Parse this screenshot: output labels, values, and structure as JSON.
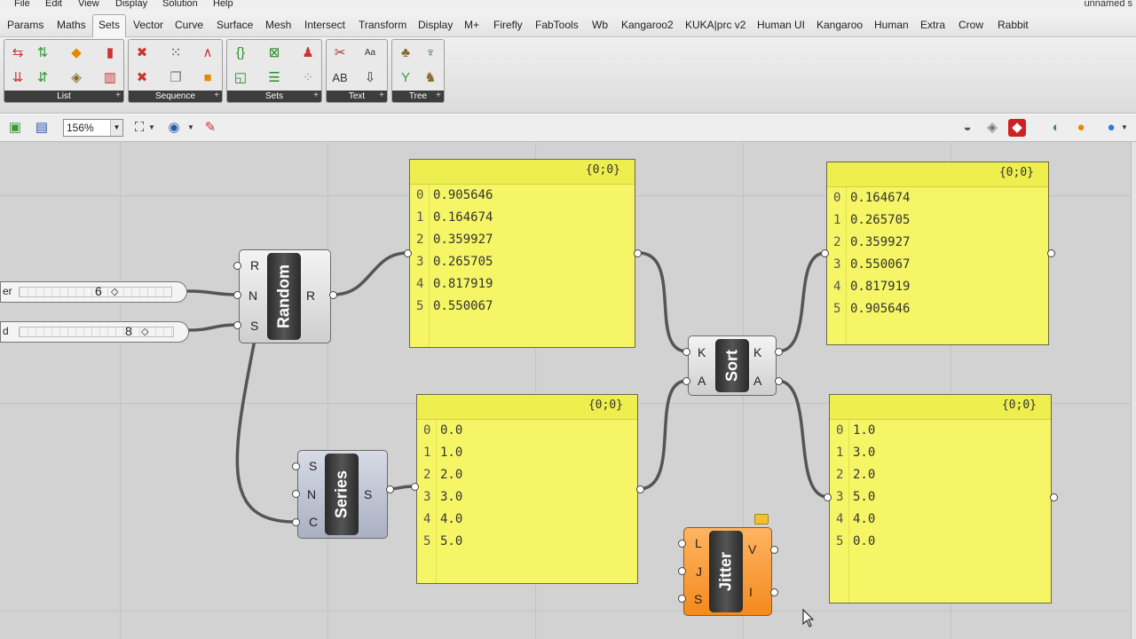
{
  "window": {
    "title_fragment": "unnamed s"
  },
  "menu": [
    "File",
    "Edit",
    "View",
    "Display",
    "Solution",
    "Help"
  ],
  "tabs": [
    "Params",
    "Maths",
    "Sets",
    "Vector",
    "Curve",
    "Surface",
    "Mesh",
    "Intersect",
    "Transform",
    "Display",
    "M+",
    "Firefly",
    "FabTools",
    "Wb",
    "Kangaroo2",
    "KUKA|prc v2",
    "Human UI",
    "Kangaroo",
    "Human",
    "Extra",
    "Crow",
    "Rabbit"
  ],
  "active_tab": "Sets",
  "ribbon": {
    "panels": [
      {
        "label": "List",
        "plus": "+"
      },
      {
        "label": "Sequence",
        "plus": "+"
      },
      {
        "label": "Sets",
        "plus": "+"
      },
      {
        "label": "Text",
        "plus": "+"
      },
      {
        "label": "Tree",
        "plus": "+"
      }
    ]
  },
  "canvas_toolbar": {
    "zoom": "156%"
  },
  "sliders": [
    {
      "label": "er",
      "value": "6",
      "knob": "◇"
    },
    {
      "label": "d",
      "value": "8",
      "knob": "◇"
    }
  ],
  "components": {
    "random": {
      "name": "Random",
      "inputs": [
        "R",
        "N",
        "S"
      ],
      "outputs": [
        "R"
      ]
    },
    "series": {
      "name": "Series",
      "inputs": [
        "S",
        "N",
        "C"
      ],
      "outputs": [
        "S"
      ]
    },
    "sort": {
      "name": "Sort",
      "inputs": [
        "K",
        "A"
      ],
      "outputs": [
        "K",
        "A"
      ]
    },
    "jitter": {
      "name": "Jitter",
      "inputs": [
        "L",
        "J",
        "S"
      ],
      "outputs": [
        "V",
        "I"
      ]
    }
  },
  "panels": {
    "random_out": {
      "path": "{0;0}",
      "rows": [
        {
          "i": "0",
          "v": "0.905646"
        },
        {
          "i": "1",
          "v": "0.164674"
        },
        {
          "i": "2",
          "v": "0.359927"
        },
        {
          "i": "3",
          "v": "0.265705"
        },
        {
          "i": "4",
          "v": "0.817919"
        },
        {
          "i": "5",
          "v": "0.550067"
        }
      ]
    },
    "series_out": {
      "path": "{0;0}",
      "rows": [
        {
          "i": "0",
          "v": "0.0"
        },
        {
          "i": "1",
          "v": "1.0"
        },
        {
          "i": "2",
          "v": "2.0"
        },
        {
          "i": "3",
          "v": "3.0"
        },
        {
          "i": "4",
          "v": "4.0"
        },
        {
          "i": "5",
          "v": "5.0"
        }
      ]
    },
    "sorted_keys": {
      "path": "{0;0}",
      "rows": [
        {
          "i": "0",
          "v": "0.164674"
        },
        {
          "i": "1",
          "v": "0.265705"
        },
        {
          "i": "2",
          "v": "0.359927"
        },
        {
          "i": "3",
          "v": "0.550067"
        },
        {
          "i": "4",
          "v": "0.817919"
        },
        {
          "i": "5",
          "v": "0.905646"
        }
      ]
    },
    "sorted_values": {
      "path": "{0;0}",
      "rows": [
        {
          "i": "0",
          "v": "1.0"
        },
        {
          "i": "1",
          "v": "3.0"
        },
        {
          "i": "2",
          "v": "2.0"
        },
        {
          "i": "3",
          "v": "5.0"
        },
        {
          "i": "4",
          "v": "4.0"
        },
        {
          "i": "5",
          "v": "0.0"
        }
      ]
    }
  },
  "colors": {
    "panel_yellow": "#f5f565",
    "jitter_orange": "#f38a1c",
    "canvas": "#d2d2d2"
  }
}
